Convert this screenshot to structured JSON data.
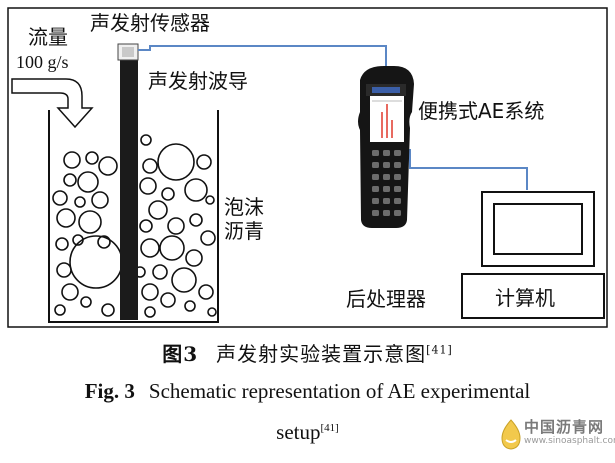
{
  "diagram": {
    "labels": {
      "flow_rate_title": "流量",
      "flow_rate_value": "100 g/s",
      "sensor": "声发射传感器",
      "waveguide": "声发射波导",
      "foam_line1": "泡沫",
      "foam_line2": "沥青",
      "portable_ae": "便携式AE系统",
      "processor": "后处理器",
      "computer": "计算机"
    },
    "colors": {
      "cable": "#5b87c5",
      "outline": "#111111",
      "device_body": "#151515"
    }
  },
  "caption": {
    "cn_fig_no": "图3",
    "cn_text": "声发射实验装置示意图",
    "cn_ref": "[41]",
    "en_fig_no": "Fig. 3",
    "en_text_line1": "Schematic representation of AE experimental",
    "en_text_line2": "setup",
    "en_ref": "[41]"
  },
  "watermark": {
    "title": "中国沥青网",
    "url": "www.sinoasphalt.com"
  }
}
